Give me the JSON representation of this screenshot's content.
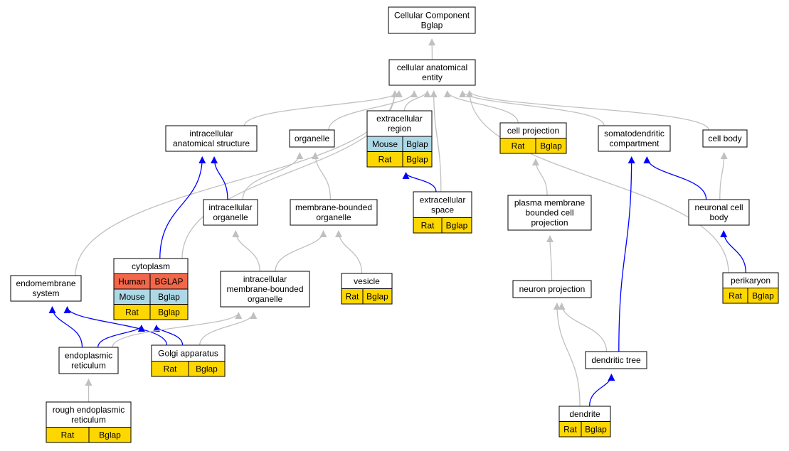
{
  "diagram": {
    "colors": {
      "Human": "#f26649",
      "Mouse": "#add8e6",
      "Rat": "#ffd700",
      "edge_gray": "#c0c0c0",
      "edge_blue": "#0000ff"
    },
    "nodes": [
      {
        "id": "cc",
        "lines": [
          "Cellular Component",
          "Bglap"
        ],
        "orgs": []
      },
      {
        "id": "cae",
        "lines": [
          "cellular anatomical",
          "entity"
        ],
        "orgs": []
      },
      {
        "id": "ias",
        "lines": [
          "intracellular",
          "anatomical structure"
        ],
        "orgs": []
      },
      {
        "id": "organelle",
        "lines": [
          "organelle"
        ],
        "orgs": []
      },
      {
        "id": "ecr",
        "lines": [
          "extracellular",
          "region"
        ],
        "orgs": [
          [
            "Mouse",
            "Bglap"
          ],
          [
            "Rat",
            "Bglap"
          ]
        ]
      },
      {
        "id": "cp",
        "lines": [
          "cell projection"
        ],
        "orgs": [
          [
            "Rat",
            "Bglap"
          ]
        ]
      },
      {
        "id": "sdc",
        "lines": [
          "somatodendritic",
          "compartment"
        ],
        "orgs": []
      },
      {
        "id": "cb",
        "lines": [
          "cell body"
        ],
        "orgs": []
      },
      {
        "id": "io",
        "lines": [
          "intracellular",
          "organelle"
        ],
        "orgs": []
      },
      {
        "id": "mbo",
        "lines": [
          "membrane-bounded",
          "organelle"
        ],
        "orgs": []
      },
      {
        "id": "ecs",
        "lines": [
          "extracellular",
          "space"
        ],
        "orgs": [
          [
            "Rat",
            "Bglap"
          ]
        ]
      },
      {
        "id": "pmbcp",
        "lines": [
          "plasma membrane",
          "bounded cell",
          "projection"
        ],
        "orgs": []
      },
      {
        "id": "ncb",
        "lines": [
          "neuronal cell",
          "body"
        ],
        "orgs": []
      },
      {
        "id": "cyto",
        "lines": [
          "cytoplasm"
        ],
        "orgs": [
          [
            "Human",
            "BGLAP"
          ],
          [
            "Mouse",
            "Bglap"
          ],
          [
            "Rat",
            "Bglap"
          ]
        ]
      },
      {
        "id": "imbo",
        "lines": [
          "intracellular",
          "membrane-bounded",
          "organelle"
        ],
        "orgs": []
      },
      {
        "id": "vesicle",
        "lines": [
          "vesicle"
        ],
        "orgs": [
          [
            "Rat",
            "Bglap"
          ]
        ]
      },
      {
        "id": "np",
        "lines": [
          "neuron projection"
        ],
        "orgs": []
      },
      {
        "id": "peri",
        "lines": [
          "perikaryon"
        ],
        "orgs": [
          [
            "Rat",
            "Bglap"
          ]
        ]
      },
      {
        "id": "ems",
        "lines": [
          "endomembrane",
          "system"
        ],
        "orgs": []
      },
      {
        "id": "er",
        "lines": [
          "endoplasmic",
          "reticulum"
        ],
        "orgs": []
      },
      {
        "id": "golgi",
        "lines": [
          "Golgi apparatus"
        ],
        "orgs": [
          [
            "Rat",
            "Bglap"
          ]
        ]
      },
      {
        "id": "dt",
        "lines": [
          "dendritic tree"
        ],
        "orgs": []
      },
      {
        "id": "rer",
        "lines": [
          "rough endoplasmic",
          "reticulum"
        ],
        "orgs": [
          [
            "Rat",
            "Bglap"
          ]
        ]
      },
      {
        "id": "dend",
        "lines": [
          "dendrite"
        ],
        "orgs": [
          [
            "Rat",
            "Bglap"
          ]
        ]
      }
    ],
    "edges": [
      {
        "from": "cae",
        "to": "cc",
        "kind": "gray"
      },
      {
        "from": "ias",
        "to": "cae",
        "kind": "gray"
      },
      {
        "from": "organelle",
        "to": "cae",
        "kind": "gray"
      },
      {
        "from": "ecr",
        "to": "cae",
        "kind": "gray"
      },
      {
        "from": "cp",
        "to": "cae",
        "kind": "gray"
      },
      {
        "from": "sdc",
        "to": "cae",
        "kind": "gray"
      },
      {
        "from": "cb",
        "to": "cae",
        "kind": "gray"
      },
      {
        "from": "ems",
        "to": "cae",
        "kind": "gray"
      },
      {
        "from": "cyto",
        "to": "cae",
        "kind": "gray"
      },
      {
        "from": "ecs",
        "to": "cae",
        "kind": "gray"
      },
      {
        "from": "peri",
        "to": "cae",
        "kind": "gray"
      },
      {
        "from": "io",
        "to": "ias",
        "kind": "blue"
      },
      {
        "from": "cyto",
        "to": "ias",
        "kind": "blue"
      },
      {
        "from": "io",
        "to": "organelle",
        "kind": "gray"
      },
      {
        "from": "mbo",
        "to": "organelle",
        "kind": "gray"
      },
      {
        "from": "ecs",
        "to": "ecr",
        "kind": "blue"
      },
      {
        "from": "pmbcp",
        "to": "cp",
        "kind": "gray"
      },
      {
        "from": "dt",
        "to": "sdc",
        "kind": "blue"
      },
      {
        "from": "ncb",
        "to": "sdc",
        "kind": "blue"
      },
      {
        "from": "ncb",
        "to": "cb",
        "kind": "gray"
      },
      {
        "from": "imbo",
        "to": "io",
        "kind": "gray"
      },
      {
        "from": "imbo",
        "to": "mbo",
        "kind": "gray"
      },
      {
        "from": "vesicle",
        "to": "mbo",
        "kind": "gray"
      },
      {
        "from": "np",
        "to": "pmbcp",
        "kind": "gray"
      },
      {
        "from": "peri",
        "to": "ncb",
        "kind": "blue"
      },
      {
        "from": "er",
        "to": "ems",
        "kind": "blue"
      },
      {
        "from": "golgi",
        "to": "ems",
        "kind": "blue"
      },
      {
        "from": "er",
        "to": "cyto",
        "kind": "blue"
      },
      {
        "from": "golgi",
        "to": "cyto",
        "kind": "blue"
      },
      {
        "from": "er",
        "to": "imbo",
        "kind": "gray"
      },
      {
        "from": "golgi",
        "to": "imbo",
        "kind": "gray"
      },
      {
        "from": "rer",
        "to": "er",
        "kind": "gray"
      },
      {
        "from": "dt",
        "to": "np",
        "kind": "gray"
      },
      {
        "from": "dend",
        "to": "np",
        "kind": "gray"
      },
      {
        "from": "dend",
        "to": "dt",
        "kind": "blue"
      }
    ]
  }
}
